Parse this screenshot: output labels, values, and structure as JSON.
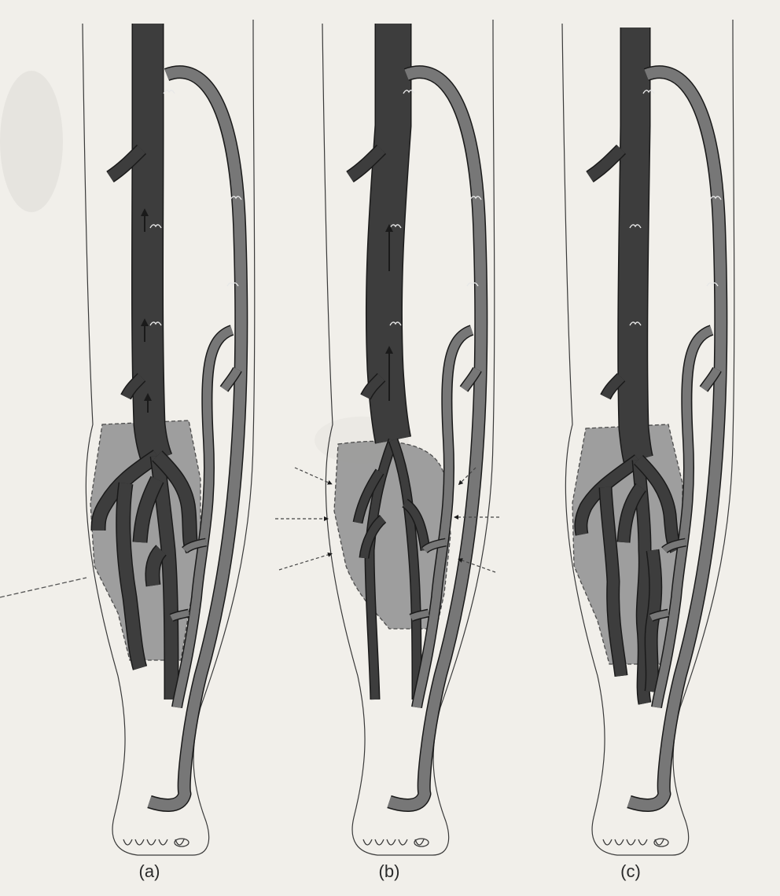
{
  "figure": {
    "colors": {
      "paper": "#f1efea",
      "deep_vein": "#3d3d3d",
      "superficial_vein": "#777777",
      "vein_outline": "#1a1a1a",
      "muscle_region": "#9a9a9a",
      "leg_outline": "#3a3a3a"
    },
    "panels": [
      {
        "id": "a",
        "label": "(a)"
      },
      {
        "id": "b",
        "label": "(b)"
      },
      {
        "id": "c",
        "label": "(c)"
      }
    ]
  }
}
